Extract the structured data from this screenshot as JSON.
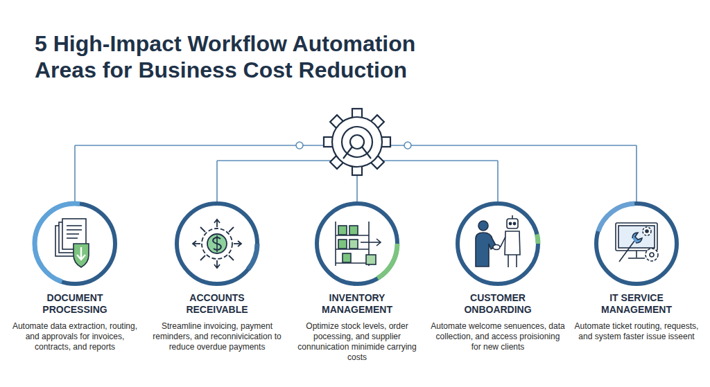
{
  "diagram": {
    "title": "5 High-Impact Workflow Automation Areas for Business Cost Reduction",
    "nodes": [
      {
        "text": [
          "DOCUMENT PROCESSING",
          "Automate data extraction, routing, and approvals for invoices, contracts, and reports"
        ]
      },
      {
        "text": [
          "ACCOUNTS RECEIVABLE",
          "Streamline invoicing, payment reminders, and reconnivicication to reduce overdue payments"
        ]
      },
      {
        "text": [
          "INVENTORY MANAGEMENT",
          "Optimize stock levels, order pocessing, and supplier connunication minimide carrying costs"
        ]
      },
      {
        "text": [
          "CUSTOMER ONBOARDING",
          "Automate welcome senuences, data collection, and access proisioning for new clients"
        ]
      },
      {
        "text": [
          "IT SERVICE MANAGEMENT",
          "Automate ticket routing, requests, and system faster issue isseent"
        ]
      }
    ]
  }
}
